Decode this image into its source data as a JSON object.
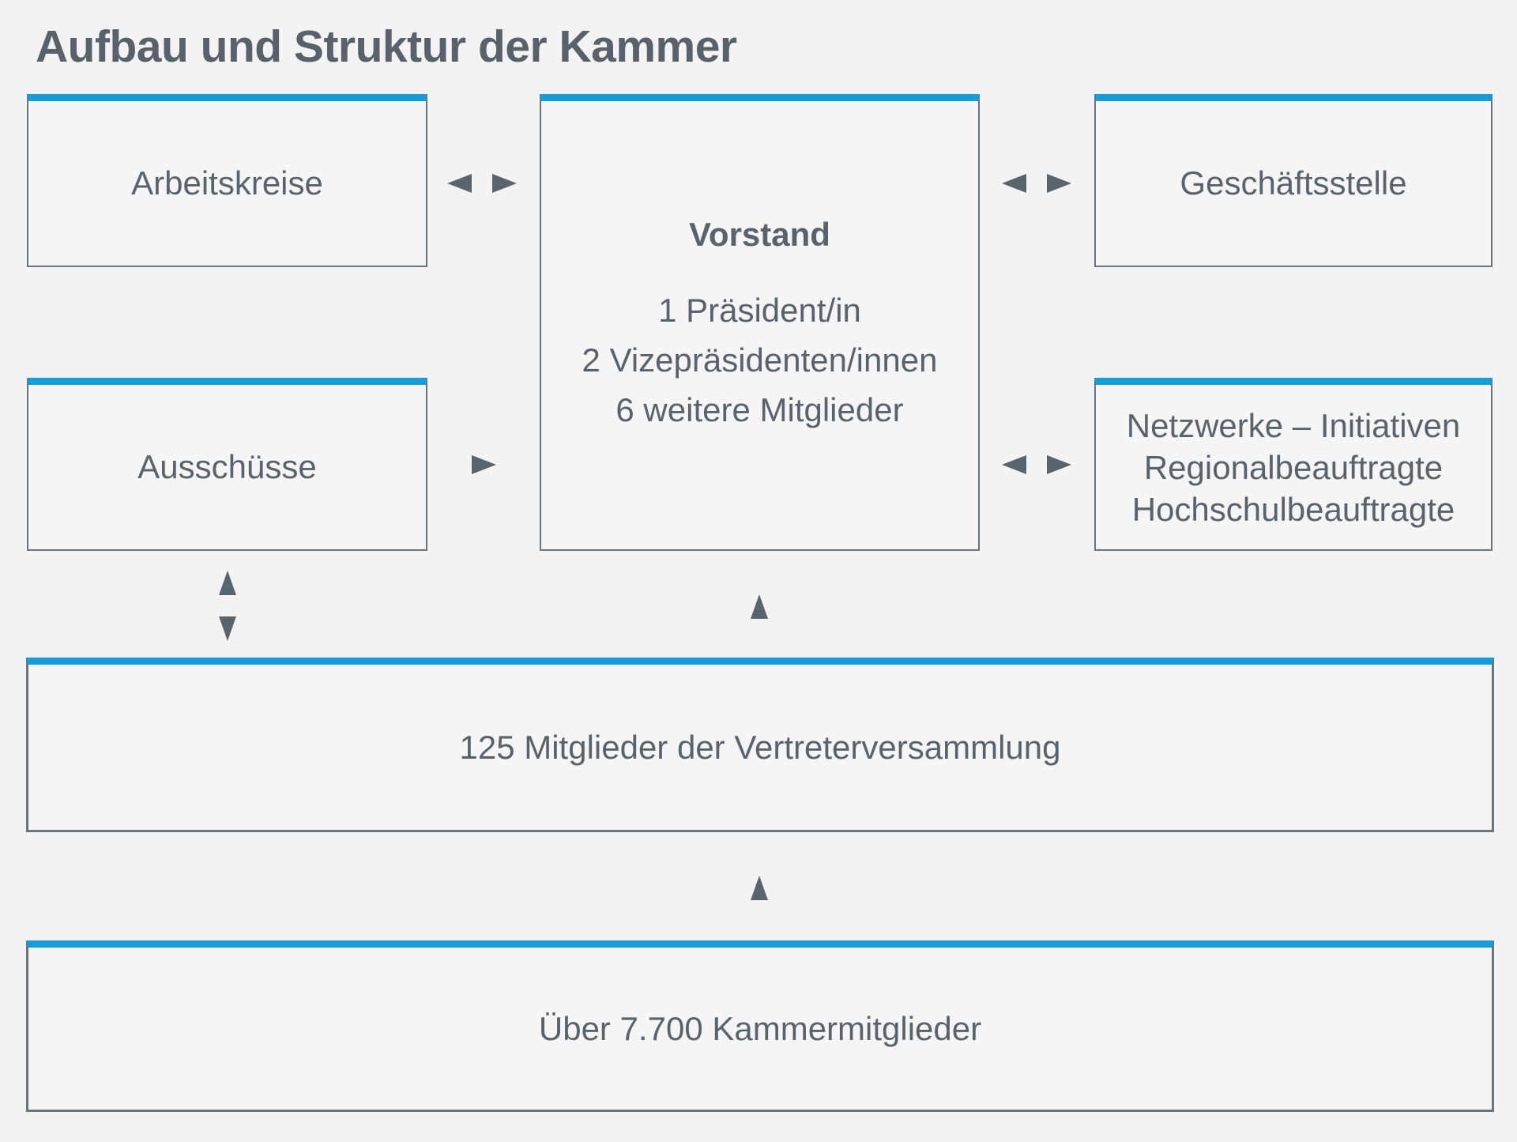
{
  "title": "Aufbau und Struktur der Kammer",
  "colors": {
    "background": "#f3f3f4",
    "accent_blue": "#169dd9",
    "border_gray": "#6b747c",
    "text_gray": "#59636c"
  },
  "boxes": {
    "arbeitskreise": {
      "label": "Arbeitskreise"
    },
    "vorstand": {
      "title": "Vorstand",
      "lines": [
        "1 Präsident/in",
        "2 Vizepräsidenten/innen",
        "6 weitere Mitglieder"
      ]
    },
    "geschaeftsstelle": {
      "label": "Geschäftsstelle"
    },
    "ausschuesse": {
      "label": "Ausschüsse"
    },
    "netzwerke": {
      "lines": [
        "Netzwerke – Initiativen",
        "Regionalbeauftragte",
        "Hochschulbeauftragte"
      ]
    },
    "vertreterversammlung": {
      "label": "125 Mitglieder der Vertreterversammlung"
    },
    "kammermitglieder": {
      "label": "Über 7.700 Kammermitglieder"
    }
  },
  "icons": {
    "arrow_left": "◀",
    "arrow_right": "▶",
    "arrow_up": "▲",
    "arrow_down": "▼"
  }
}
